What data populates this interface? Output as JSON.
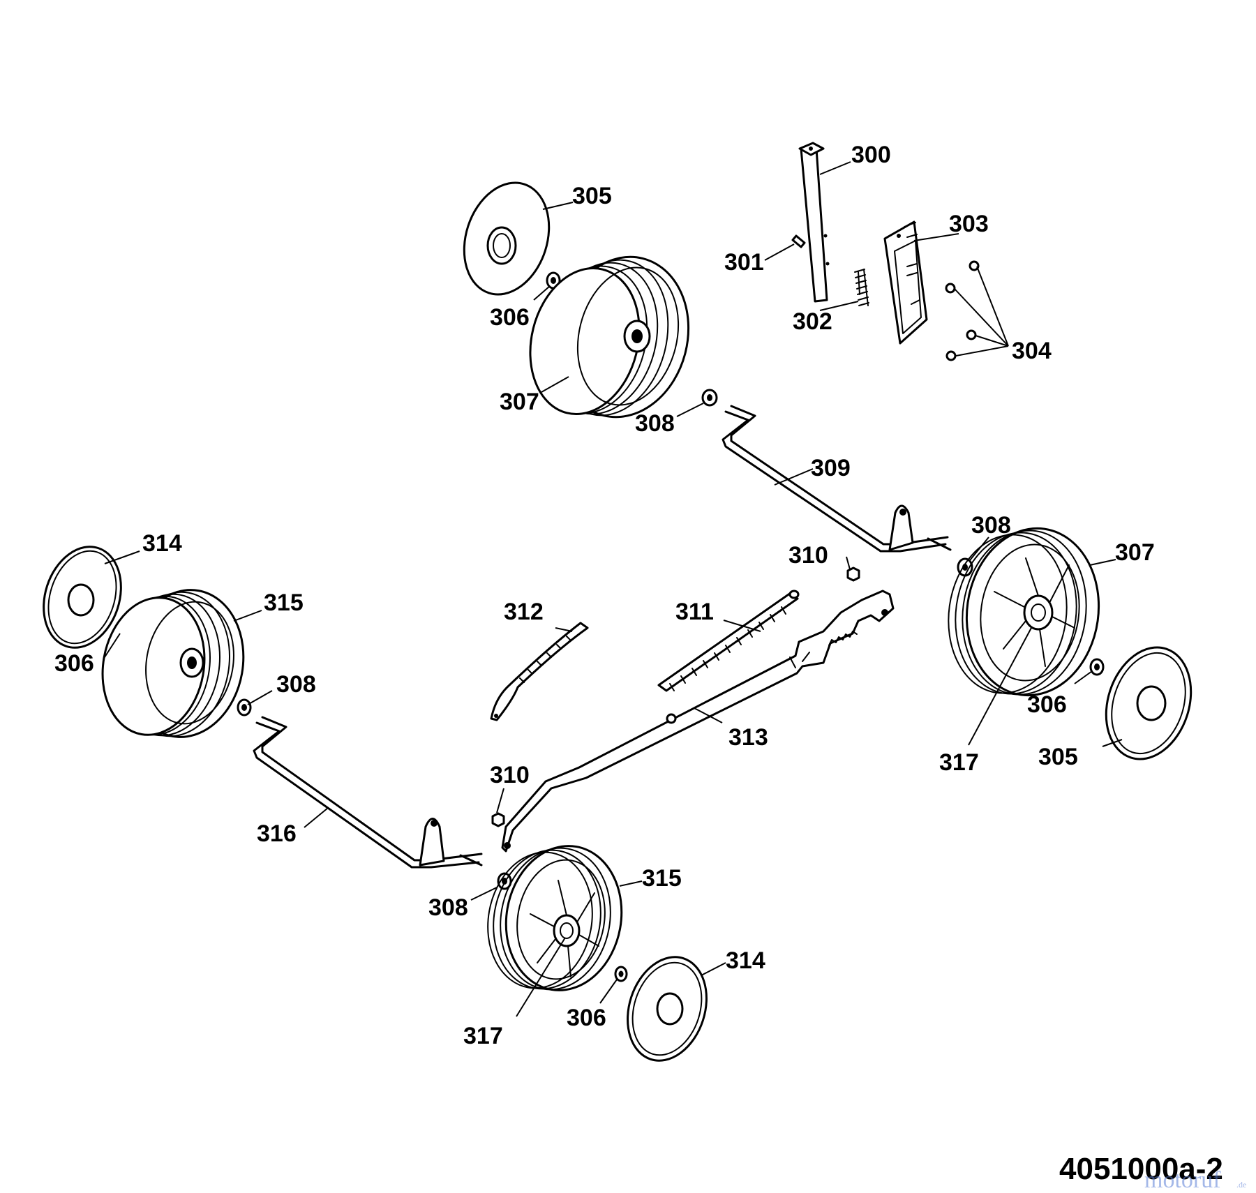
{
  "drawing_number": "4051000a-2",
  "watermark": "motoruf",
  "watermark_suffix": ".de",
  "labels": [
    {
      "text": "300"
    },
    {
      "text": "301"
    },
    {
      "text": "302"
    },
    {
      "text": "303"
    },
    {
      "text": "304"
    },
    {
      "text": "305"
    },
    {
      "text": "306"
    },
    {
      "text": "307"
    },
    {
      "text": "308"
    },
    {
      "text": "309"
    },
    {
      "text": "308"
    },
    {
      "text": "310"
    },
    {
      "text": "307"
    },
    {
      "text": "311"
    },
    {
      "text": "312"
    },
    {
      "text": "313"
    },
    {
      "text": "306"
    },
    {
      "text": "317"
    },
    {
      "text": "305"
    },
    {
      "text": "314"
    },
    {
      "text": "315"
    },
    {
      "text": "306"
    },
    {
      "text": "308"
    },
    {
      "text": "310"
    },
    {
      "text": "316"
    },
    {
      "text": "315"
    },
    {
      "text": "308"
    },
    {
      "text": "314"
    },
    {
      "text": "306"
    },
    {
      "text": "317"
    }
  ]
}
